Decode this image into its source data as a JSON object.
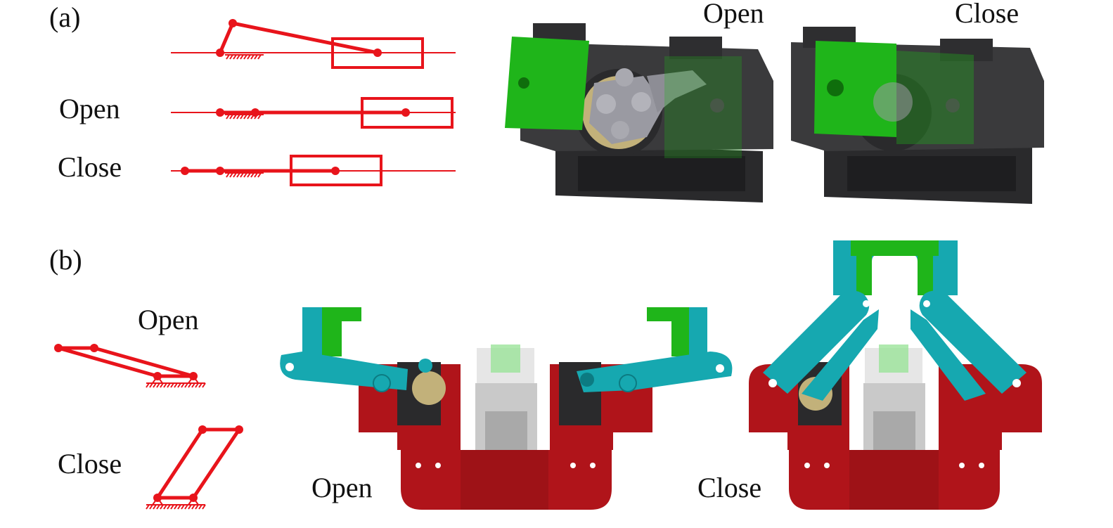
{
  "panels": {
    "a": {
      "tag": "(a)",
      "row_open": "Open",
      "row_close": "Close",
      "render_open": "Open",
      "render_close": "Close"
    },
    "b": {
      "tag": "(b)",
      "diagram_open": "Open",
      "diagram_close": "Close",
      "render_open": "Open",
      "render_close": "Close"
    }
  },
  "colors": {
    "mechanism": "#e8141b",
    "frame": "#3a3a3c",
    "frame_dark": "#2a2a2c",
    "plate_green": "#1fb51a",
    "link_teal": "#16a8b0",
    "body_red": "#b0141a",
    "body_red_dark": "#8c0f14",
    "gear_grey": "#9a9aa2",
    "core_grey": "#c9c9c9"
  }
}
